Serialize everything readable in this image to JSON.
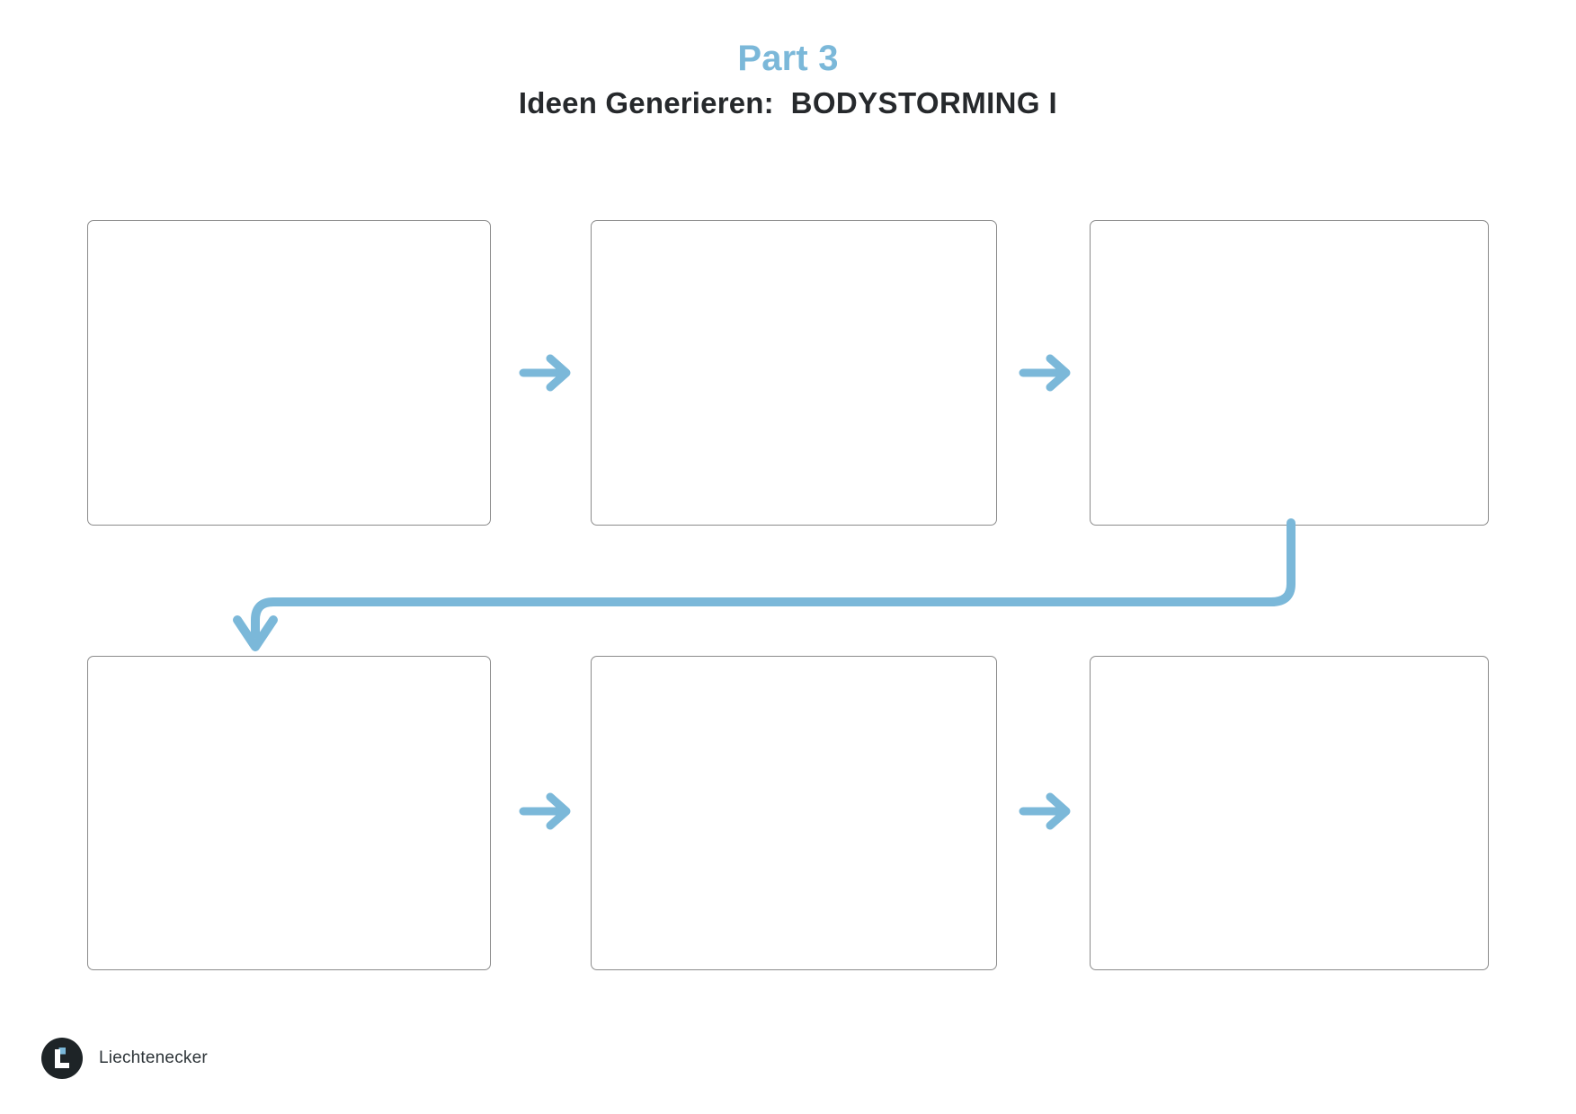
{
  "page": {
    "background_color": "#ffffff",
    "accent_color": "#7BB8D9",
    "text_color": "#26292c",
    "box_border_color": "#8b8b8b"
  },
  "header": {
    "part_label": "Part 3",
    "subtitle_full": "Ideen Generieren: BODYSTORMING I",
    "subtitle_lead": "Ideen Generieren:",
    "subtitle_caps": "BODYSTORMING I"
  },
  "worksheet": {
    "rows": [
      {
        "row_label": "row-1",
        "cells": [
          {
            "name": "frame-1",
            "content": ""
          },
          {
            "name": "frame-2",
            "content": ""
          },
          {
            "name": "frame-3",
            "content": ""
          }
        ]
      },
      {
        "row_label": "row-2",
        "cells": [
          {
            "name": "frame-4",
            "content": ""
          },
          {
            "name": "frame-5",
            "content": ""
          },
          {
            "name": "frame-6",
            "content": ""
          }
        ]
      }
    ],
    "arrows": [
      {
        "name": "arrow-frame1-to-frame2",
        "direction": "right"
      },
      {
        "name": "arrow-frame2-to-frame3",
        "direction": "right"
      },
      {
        "name": "arrow-frame4-to-frame5",
        "direction": "right"
      },
      {
        "name": "arrow-frame5-to-frame6",
        "direction": "right"
      }
    ],
    "wrap_connector": {
      "name": "connector-frame3-to-frame4",
      "direction": "down-left-down",
      "color": "#7BB8D9"
    }
  },
  "footer": {
    "brand_name": "Liechtenecker",
    "logo_icon": "liechtenecker-logo-icon",
    "logo_bg_color": "#1e2427",
    "logo_dot_color": "#7BB8D9"
  }
}
